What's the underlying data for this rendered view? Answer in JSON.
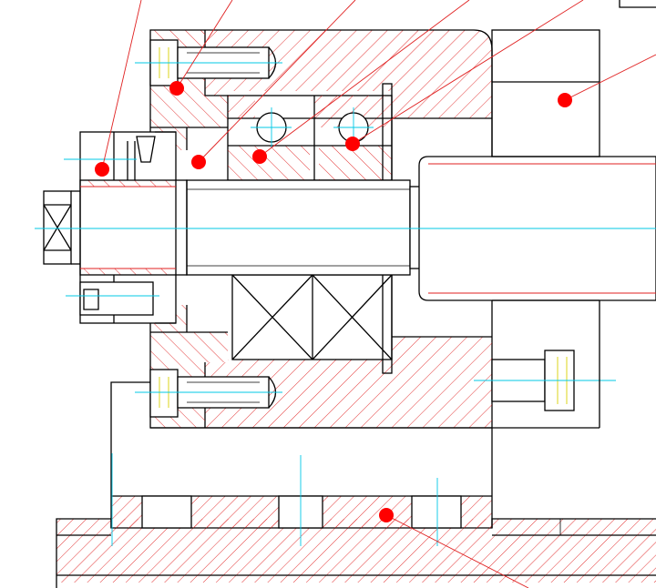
{
  "colors": {
    "background": "#ffffff",
    "outline": "#000000",
    "hatch": "#e02020",
    "leader": "#e02020",
    "marker": "#ff0000",
    "centerline": "#00c8e6",
    "thread": "#d8d000"
  },
  "drawing": {
    "type": "mechanical-cross-section",
    "markers": [
      "balloon-1",
      "balloon-2",
      "balloon-3",
      "balloon-4",
      "balloon-5",
      "balloon-6",
      "balloon-7",
      "balloon-8"
    ]
  }
}
